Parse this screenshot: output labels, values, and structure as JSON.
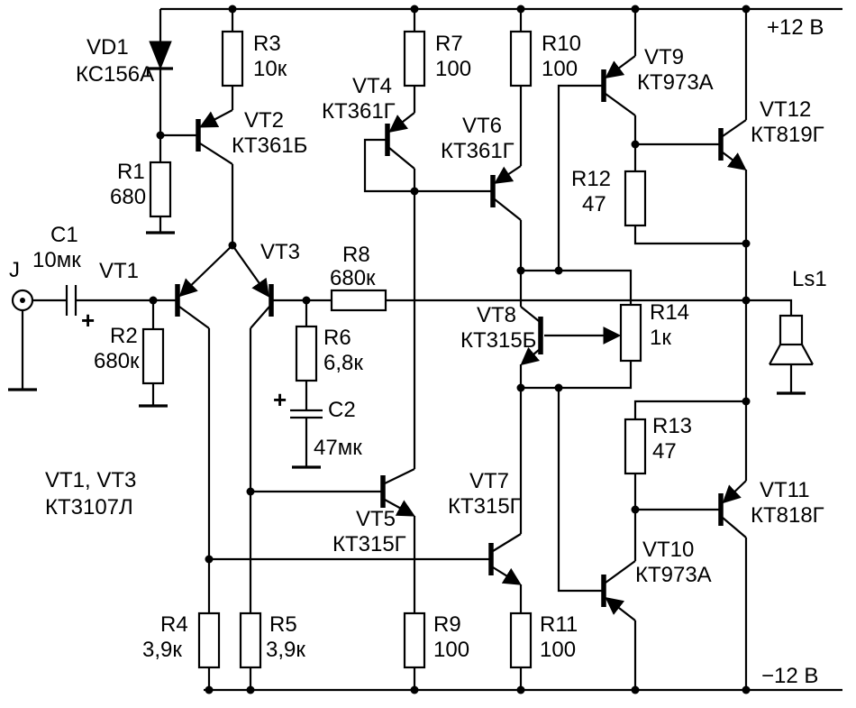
{
  "circuit": {
    "input_label": "J",
    "speaker_label": "Ls1",
    "rail_pos": "+12 В",
    "rail_neg": "−12 В",
    "note_line1": "VT1, VT3",
    "note_line2": "КТ3107Л",
    "c1_polarity": "+",
    "c2_polarity": "+"
  },
  "components": {
    "VD1": {
      "ref": "VD1",
      "value": "КС156А"
    },
    "R1": {
      "ref": "R1",
      "value": "680"
    },
    "R2": {
      "ref": "R2",
      "value": "680к"
    },
    "R3": {
      "ref": "R3",
      "value": "10к"
    },
    "R4": {
      "ref": "R4",
      "value": "3,9к"
    },
    "R5": {
      "ref": "R5",
      "value": "3,9к"
    },
    "R6": {
      "ref": "R6",
      "value": "6,8к"
    },
    "R7": {
      "ref": "R7",
      "value": "100"
    },
    "R8": {
      "ref": "R8",
      "value": "680к"
    },
    "R9": {
      "ref": "R9",
      "value": "100"
    },
    "R10": {
      "ref": "R10",
      "value": "100"
    },
    "R11": {
      "ref": "R11",
      "value": "100"
    },
    "R12": {
      "ref": "R12",
      "value": "47"
    },
    "R13": {
      "ref": "R13",
      "value": "47"
    },
    "R14": {
      "ref": "R14",
      "value": "1к"
    },
    "C1": {
      "ref": "C1",
      "value": "10мк"
    },
    "C2": {
      "ref": "C2",
      "value": "47мк"
    },
    "VT1": {
      "ref": "VT1"
    },
    "VT2": {
      "ref": "VT2",
      "value": "КТ361Б"
    },
    "VT3": {
      "ref": "VT3"
    },
    "VT4": {
      "ref": "VT4",
      "value": "КТ361Г"
    },
    "VT5": {
      "ref": "VT5",
      "value": "КТ315Г"
    },
    "VT6": {
      "ref": "VT6",
      "value": "КТ361Г"
    },
    "VT7": {
      "ref": "VT7",
      "value": "КТ315Г"
    },
    "VT8": {
      "ref": "VT8",
      "value": "КТ315Б"
    },
    "VT9": {
      "ref": "VT9",
      "value": "КТ973А"
    },
    "VT10": {
      "ref": "VT10",
      "value": "КТ973А"
    },
    "VT11": {
      "ref": "VT11",
      "value": "КТ818Г"
    },
    "VT12": {
      "ref": "VT12",
      "value": "КТ819Г"
    }
  }
}
